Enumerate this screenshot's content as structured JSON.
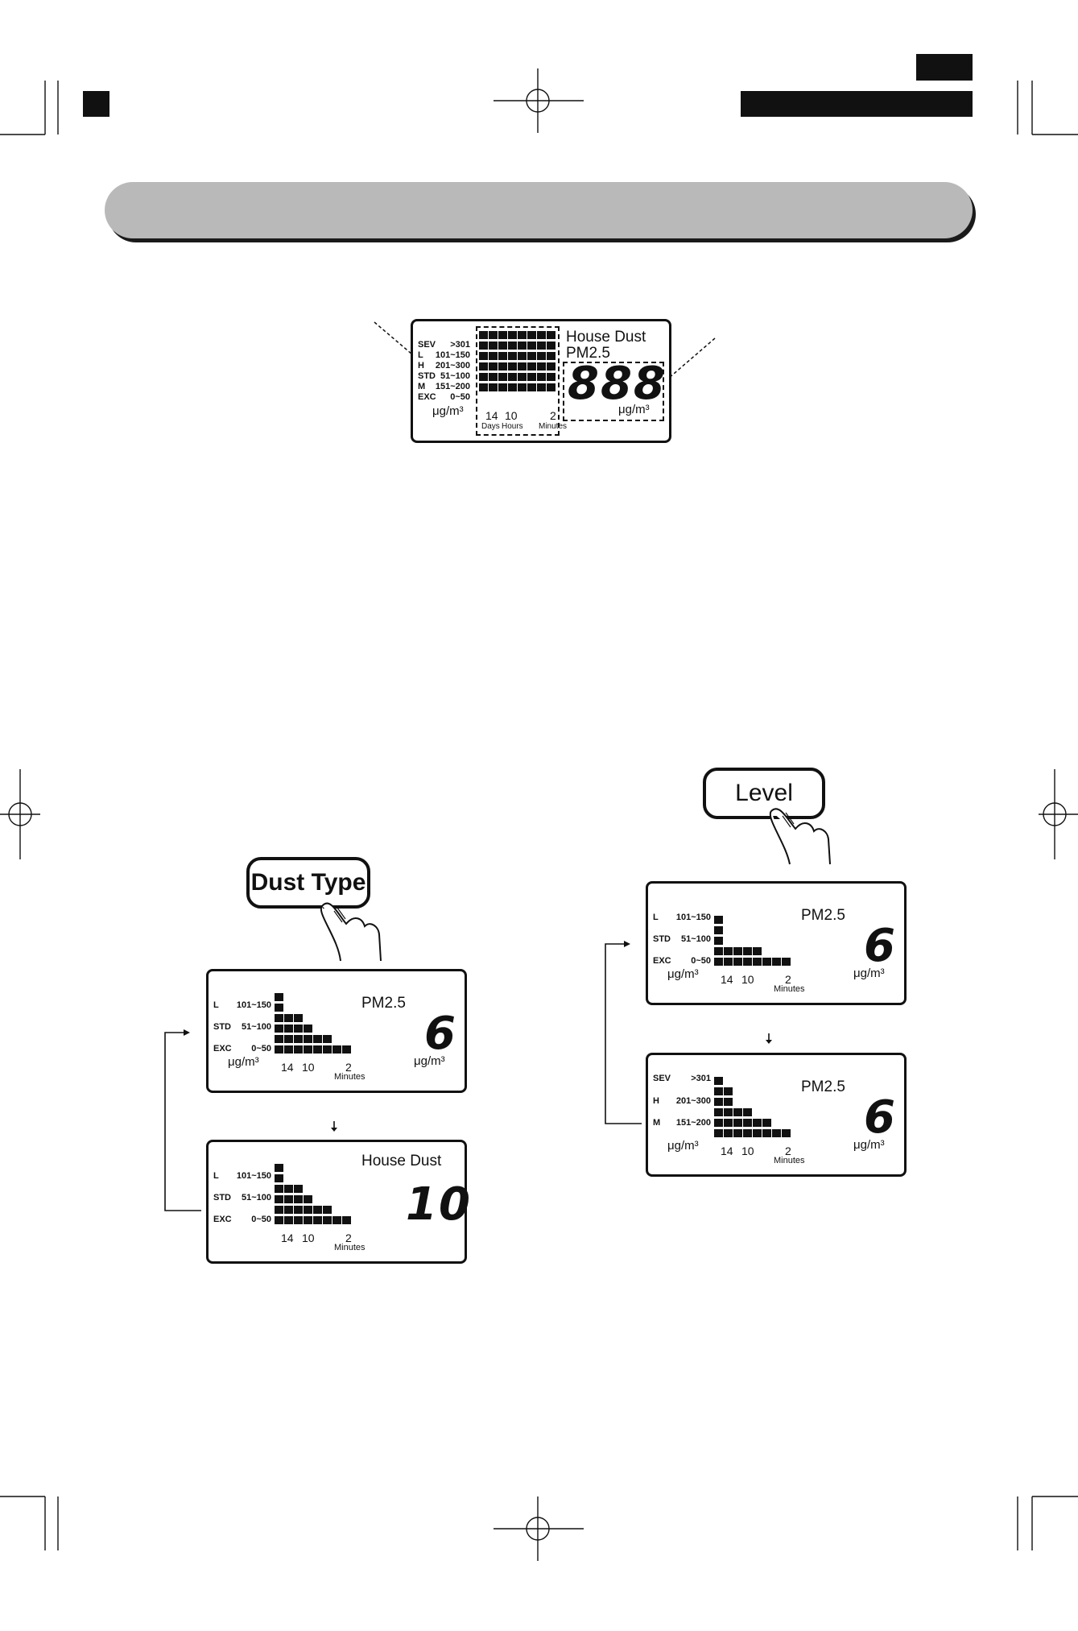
{
  "top_diagram": {
    "levels": [
      {
        "code": "SEV",
        "range": ">301"
      },
      {
        "code": "L",
        "range": "101~150"
      },
      {
        "code": "H",
        "range": "201~300"
      },
      {
        "code": "STD",
        "range": "51~100"
      },
      {
        "code": "M",
        "range": "151~200"
      },
      {
        "code": "EXC",
        "range": "0~50"
      }
    ],
    "unit": "μg/m³",
    "ticks": [
      "14",
      "10",
      "2"
    ],
    "tick_labels": [
      "Days",
      "Hours",
      "Minutes"
    ],
    "dust_types": [
      "House Dust",
      "PM2.5"
    ],
    "digits": "888",
    "unit_right": "μg/m³"
  },
  "dust_type_panel": {
    "button_label": "Dust Type",
    "lcd_a": {
      "levels": [
        {
          "code": "L",
          "range": "101~150"
        },
        {
          "code": "STD",
          "range": "51~100"
        },
        {
          "code": "EXC",
          "range": "0~50"
        }
      ],
      "unit": "μg/m³",
      "ticks": [
        "14",
        "10",
        "2"
      ],
      "tick_label": "Minutes",
      "dust_type": "PM2.5",
      "reading": "6",
      "unit_right": "μg/m³"
    },
    "lcd_b": {
      "levels": [
        {
          "code": "L",
          "range": "101~150"
        },
        {
          "code": "STD",
          "range": "51~100"
        },
        {
          "code": "EXC",
          "range": "0~50"
        }
      ],
      "ticks": [
        "14",
        "10",
        "2"
      ],
      "tick_label": "Minutes",
      "dust_type": "House Dust",
      "reading": "10"
    }
  },
  "level_panel": {
    "button_label": "Level",
    "lcd_a": {
      "levels": [
        {
          "code": "L",
          "range": "101~150"
        },
        {
          "code": "STD",
          "range": "51~100"
        },
        {
          "code": "EXC",
          "range": "0~50"
        }
      ],
      "unit": "μg/m³",
      "ticks": [
        "14",
        "10",
        "2"
      ],
      "tick_label": "Minutes",
      "dust_type": "PM2.5",
      "reading": "6",
      "unit_right": "μg/m³"
    },
    "lcd_b": {
      "levels": [
        {
          "code": "SEV",
          "range": ">301"
        },
        {
          "code": "H",
          "range": "201~300"
        },
        {
          "code": "M",
          "range": "151~200"
        }
      ],
      "unit": "μg/m³",
      "ticks": [
        "14",
        "10",
        "2"
      ],
      "tick_label": "Minutes",
      "dust_type": "PM2.5",
      "reading": "6",
      "unit_right": "μg/m³"
    }
  }
}
